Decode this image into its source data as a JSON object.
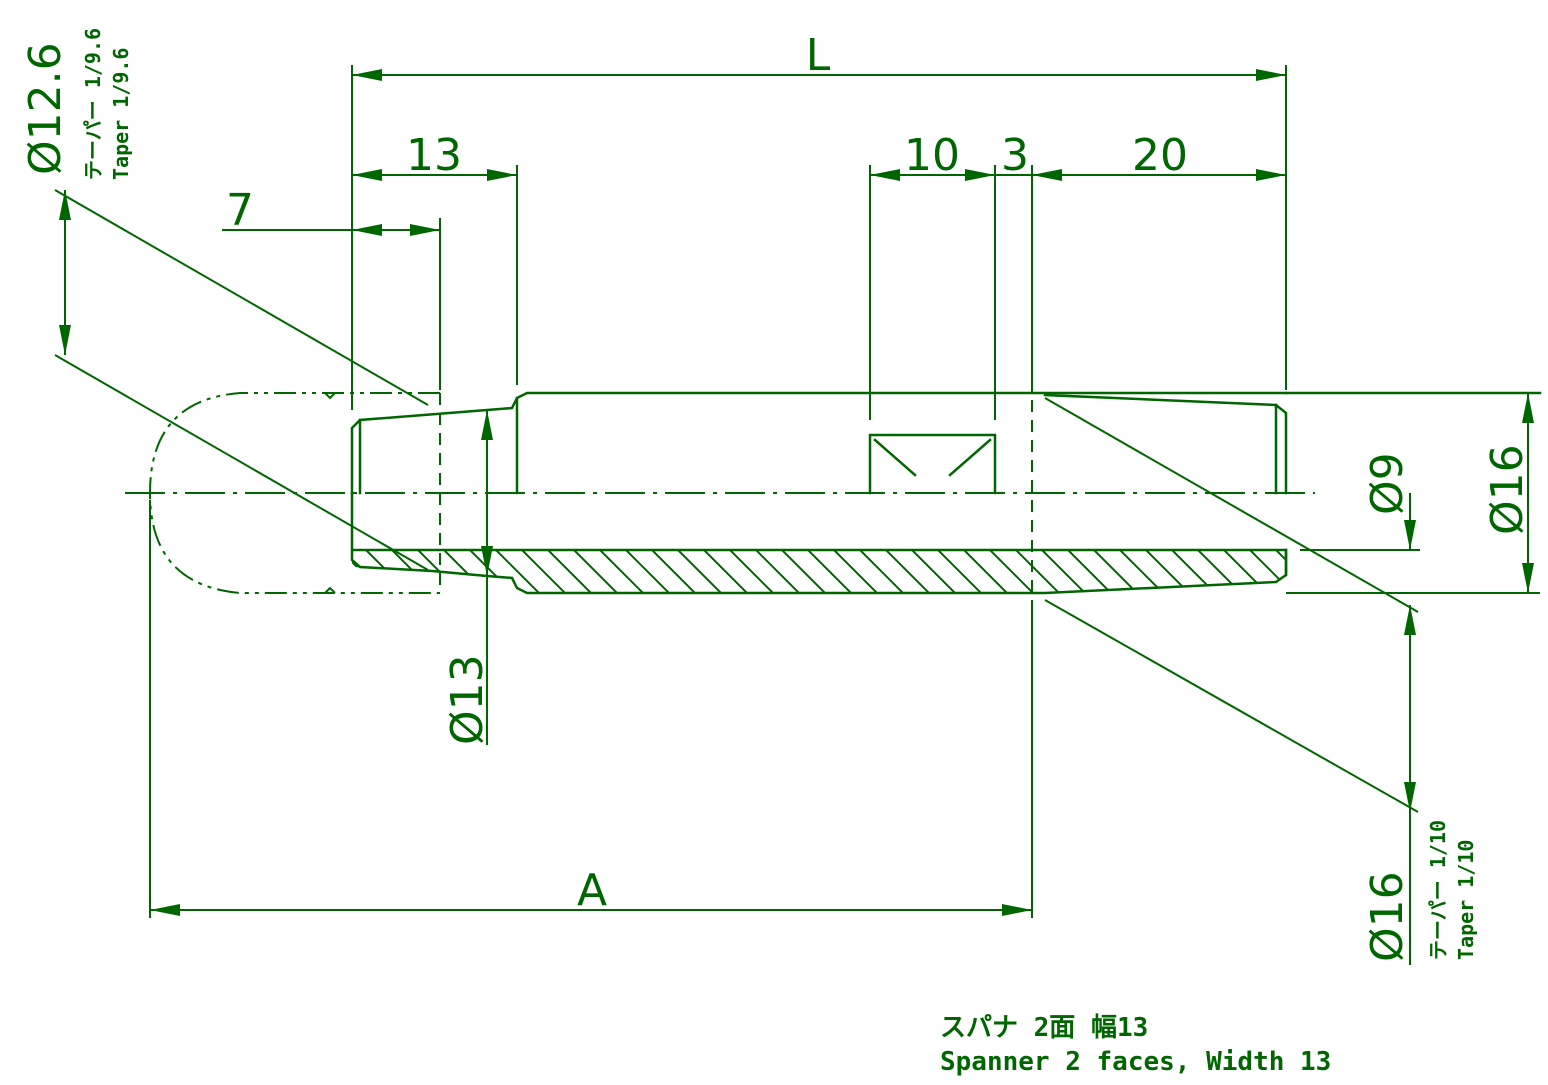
{
  "dimensions": {
    "L": "L",
    "d13_top": "13",
    "d7": "7",
    "d10": "10",
    "d3": "3",
    "d20": "20",
    "A": "A",
    "dia12_6": "Ø12.6",
    "dia13": "Ø13",
    "dia9": "Ø9",
    "dia16_right": "Ø16",
    "dia16_taper": "Ø16"
  },
  "taper_left": {
    "jp": "テーパー 1/9.6",
    "en": "Taper 1/9.6"
  },
  "taper_right": {
    "jp": "テーパー 1/10",
    "en": "Taper 1/10"
  },
  "note": {
    "jp": "スパナ 2面 幅13",
    "en": "Spanner 2 faces, Width 13"
  },
  "colors": {
    "line": "#006600",
    "background": "#ffffff"
  }
}
